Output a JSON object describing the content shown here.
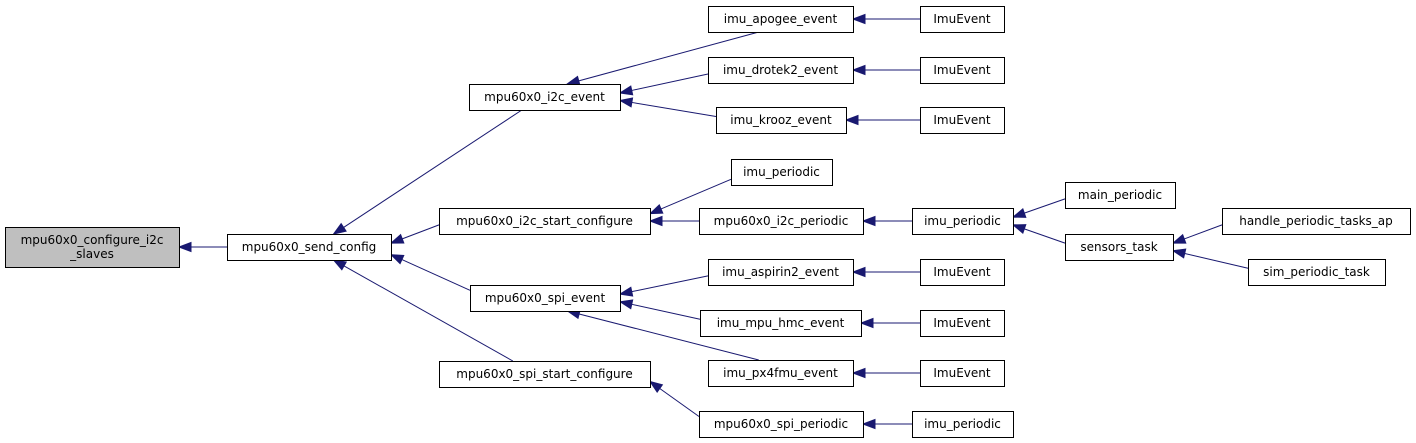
{
  "colors": {
    "edge": "#191970",
    "root_fill": "#bfbfbf",
    "node_fill": "#ffffff",
    "border": "#000000"
  },
  "nodes": [
    {
      "id": "configure_slaves",
      "lines": [
        "mpu60x0_configure_i2c",
        "_slaves"
      ],
      "root": true
    },
    {
      "id": "send_config",
      "lines": [
        "mpu60x0_send_config"
      ]
    },
    {
      "id": "i2c_event",
      "lines": [
        "mpu60x0_i2c_event"
      ]
    },
    {
      "id": "i2c_start_configure",
      "lines": [
        "mpu60x0_i2c_start_configure"
      ]
    },
    {
      "id": "spi_event",
      "lines": [
        "mpu60x0_spi_event"
      ]
    },
    {
      "id": "spi_start_configure",
      "lines": [
        "mpu60x0_spi_start_configure"
      ]
    },
    {
      "id": "imu_apogee_event",
      "lines": [
        "imu_apogee_event"
      ]
    },
    {
      "id": "imu_drotek2_event",
      "lines": [
        "imu_drotek2_event"
      ]
    },
    {
      "id": "imu_krooz_event",
      "lines": [
        "imu_krooz_event"
      ]
    },
    {
      "id": "imu_periodic_a",
      "lines": [
        "imu_periodic"
      ]
    },
    {
      "id": "i2c_periodic",
      "lines": [
        "mpu60x0_i2c_periodic"
      ]
    },
    {
      "id": "imu_aspirin2_event",
      "lines": [
        "imu_aspirin2_event"
      ]
    },
    {
      "id": "imu_mpu_hmc_event",
      "lines": [
        "imu_mpu_hmc_event"
      ]
    },
    {
      "id": "imu_px4fmu_event",
      "lines": [
        "imu_px4fmu_event"
      ]
    },
    {
      "id": "spi_periodic",
      "lines": [
        "mpu60x0_spi_periodic"
      ]
    },
    {
      "id": "imuevent_1",
      "lines": [
        "ImuEvent"
      ]
    },
    {
      "id": "imuevent_2",
      "lines": [
        "ImuEvent"
      ]
    },
    {
      "id": "imuevent_3",
      "lines": [
        "ImuEvent"
      ]
    },
    {
      "id": "imu_periodic_b",
      "lines": [
        "imu_periodic"
      ]
    },
    {
      "id": "imuevent_4",
      "lines": [
        "ImuEvent"
      ]
    },
    {
      "id": "imuevent_5",
      "lines": [
        "ImuEvent"
      ]
    },
    {
      "id": "imuevent_6",
      "lines": [
        "ImuEvent"
      ]
    },
    {
      "id": "imu_periodic_c",
      "lines": [
        "imu_periodic"
      ]
    },
    {
      "id": "main_periodic",
      "lines": [
        "main_periodic"
      ]
    },
    {
      "id": "sensors_task",
      "lines": [
        "sensors_task"
      ]
    },
    {
      "id": "handle_periodic_tasks_ap",
      "lines": [
        "handle_periodic_tasks_ap"
      ]
    },
    {
      "id": "sim_periodic_task",
      "lines": [
        "sim_periodic_task"
      ]
    }
  ],
  "edges": [
    [
      "send_config",
      "configure_slaves"
    ],
    [
      "i2c_event",
      "send_config"
    ],
    [
      "i2c_start_configure",
      "send_config"
    ],
    [
      "spi_event",
      "send_config"
    ],
    [
      "spi_start_configure",
      "send_config"
    ],
    [
      "imu_apogee_event",
      "i2c_event"
    ],
    [
      "imu_drotek2_event",
      "i2c_event"
    ],
    [
      "imu_krooz_event",
      "i2c_event"
    ],
    [
      "imu_periodic_a",
      "i2c_start_configure"
    ],
    [
      "i2c_periodic",
      "i2c_start_configure"
    ],
    [
      "imu_aspirin2_event",
      "spi_event"
    ],
    [
      "imu_mpu_hmc_event",
      "spi_event"
    ],
    [
      "imu_px4fmu_event",
      "spi_event"
    ],
    [
      "spi_periodic",
      "spi_start_configure"
    ],
    [
      "imuevent_1",
      "imu_apogee_event"
    ],
    [
      "imuevent_2",
      "imu_drotek2_event"
    ],
    [
      "imuevent_3",
      "imu_krooz_event"
    ],
    [
      "imu_periodic_b",
      "i2c_periodic"
    ],
    [
      "imuevent_4",
      "imu_aspirin2_event"
    ],
    [
      "imuevent_5",
      "imu_mpu_hmc_event"
    ],
    [
      "imuevent_6",
      "imu_px4fmu_event"
    ],
    [
      "imu_periodic_c",
      "spi_periodic"
    ],
    [
      "main_periodic",
      "imu_periodic_b"
    ],
    [
      "sensors_task",
      "imu_periodic_b"
    ],
    [
      "handle_periodic_tasks_ap",
      "sensors_task"
    ],
    [
      "sim_periodic_task",
      "sensors_task"
    ]
  ]
}
